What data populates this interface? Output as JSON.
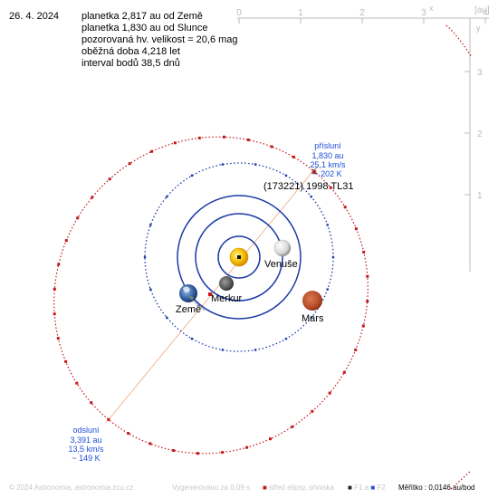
{
  "date": "26. 4. 2024",
  "info_lines": [
    "planetka 2,817 au od Země",
    "planetka 1,830 au od Slunce",
    "pozorovaná hv. velikost = 20,6 mag",
    "oběžná doba 4,218 let",
    "interval bodů 38,5 dnů"
  ],
  "axes": {
    "unit": "[au]",
    "x_label": "x",
    "y_label": "y",
    "x_ticks": [
      "0",
      "1",
      "2",
      "3",
      "4"
    ],
    "y_ticks": [
      "3",
      "2",
      "1"
    ]
  },
  "bodies": {
    "earth": "Země",
    "mercury": "Merkur",
    "venus": "Venuše",
    "mars": "Mars"
  },
  "asteroid": {
    "name": "(173221) 1998 TL31"
  },
  "perihelion": {
    "title": "přísluní",
    "distance": "1,830 au",
    "speed": "25,1 km/s",
    "temperature": "~ 202 K"
  },
  "aphelion": {
    "title": "odsluní",
    "distance": "3,391 au",
    "speed": "13,5 km/s",
    "temperature": "~ 149 K"
  },
  "footer": {
    "copyright": "© 2024 Astronomia, astronomia.zcu.cz",
    "generated": "Vygenerováno za 0,09 s",
    "legend_center": "střed elipsy, ohniska",
    "legend_f1": "F1 a",
    "legend_f2": "F2",
    "scale": "Měřítko : 0,0146 au/bod"
  },
  "colors": {
    "orbit_blue": "#1a3aa8",
    "asteroid_red": "#c41818",
    "label_blue": "#1f4ed8",
    "axis_gray": "#bbbbbb",
    "apsis_line": "#f0a878",
    "sun": "#f5c000",
    "mars": "#b84a28"
  }
}
